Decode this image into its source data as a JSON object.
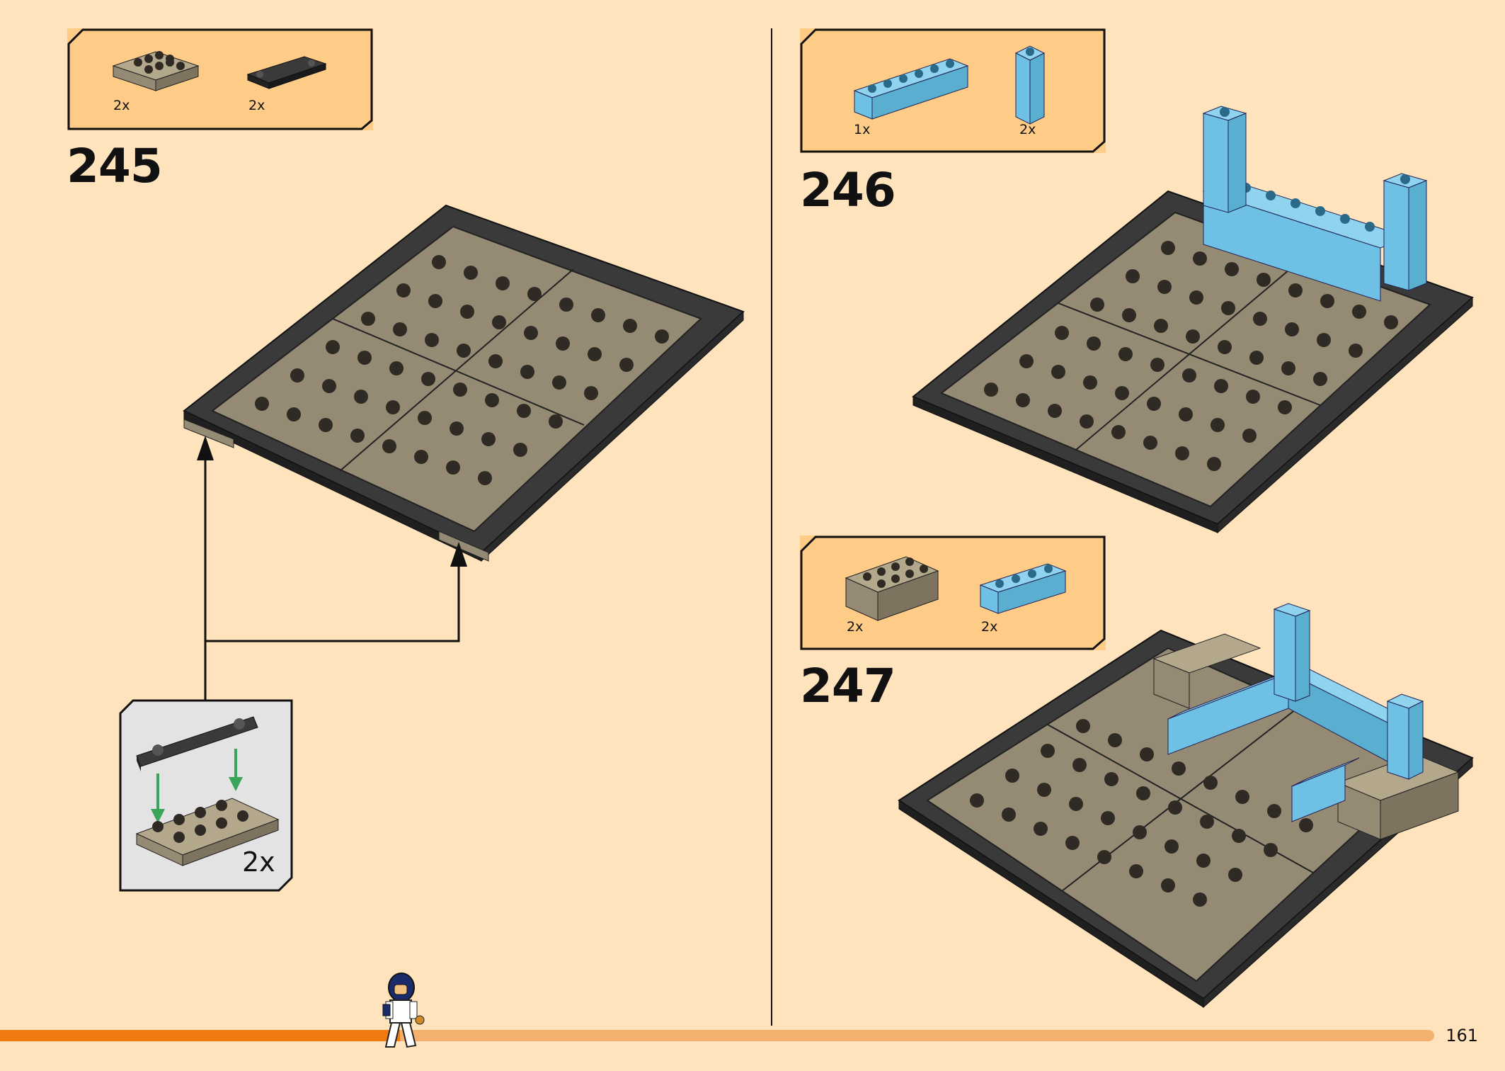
{
  "page": {
    "number": "161"
  },
  "steps": [
    {
      "number": "245",
      "parts": [
        {
          "name": "tan-plate-2x4",
          "qty": "2x"
        },
        {
          "name": "black-tile-1x4",
          "qty": "2x"
        }
      ]
    },
    {
      "number": "246",
      "parts": [
        {
          "name": "light-blue-brick-1x6",
          "qty": "1x"
        },
        {
          "name": "light-blue-brick-1x1x3",
          "qty": "2x"
        }
      ]
    },
    {
      "number": "247",
      "parts": [
        {
          "name": "tan-brick-2x4",
          "qty": "2x"
        },
        {
          "name": "light-blue-brick-1x4",
          "qty": "2x"
        }
      ]
    }
  ],
  "subassembly": {
    "qty": "2x"
  },
  "colors": {
    "background": "#ffe3bd",
    "callout": "#ffcc88",
    "tan": "#958a73",
    "black": "#3a3a3a",
    "light_blue": "#6ec1e4",
    "progress": "#f07a10",
    "progress_track": "#f4b06e"
  }
}
